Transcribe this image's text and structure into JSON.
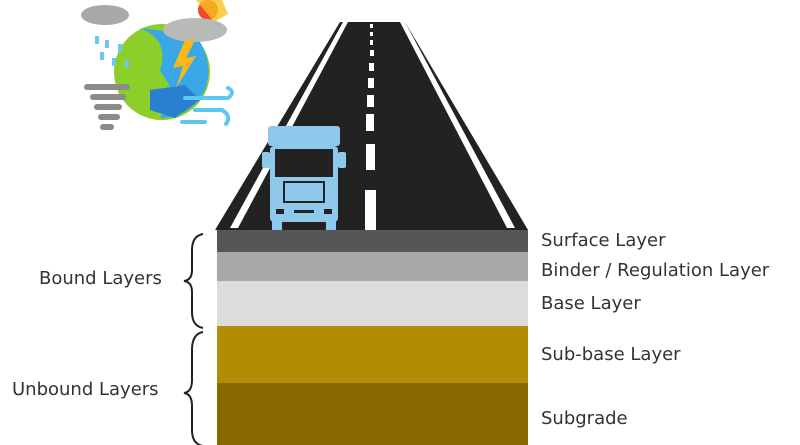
{
  "layers": [
    {
      "label": "Surface Layer",
      "color": "#565656"
    },
    {
      "label": "Binder / Regulation Layer",
      "color": "#a8a8a8"
    },
    {
      "label": "Base Layer",
      "color": "#dcdcdc"
    },
    {
      "label": "Sub-base Layer",
      "color": "#b38b04"
    },
    {
      "label": "Subgrade",
      "color": "#8a6800"
    }
  ],
  "groups": {
    "bound": "Bound Layers",
    "unbound": "Unbound Layers"
  },
  "colors": {
    "road": "#222222",
    "truck": "#8ec8ea"
  }
}
